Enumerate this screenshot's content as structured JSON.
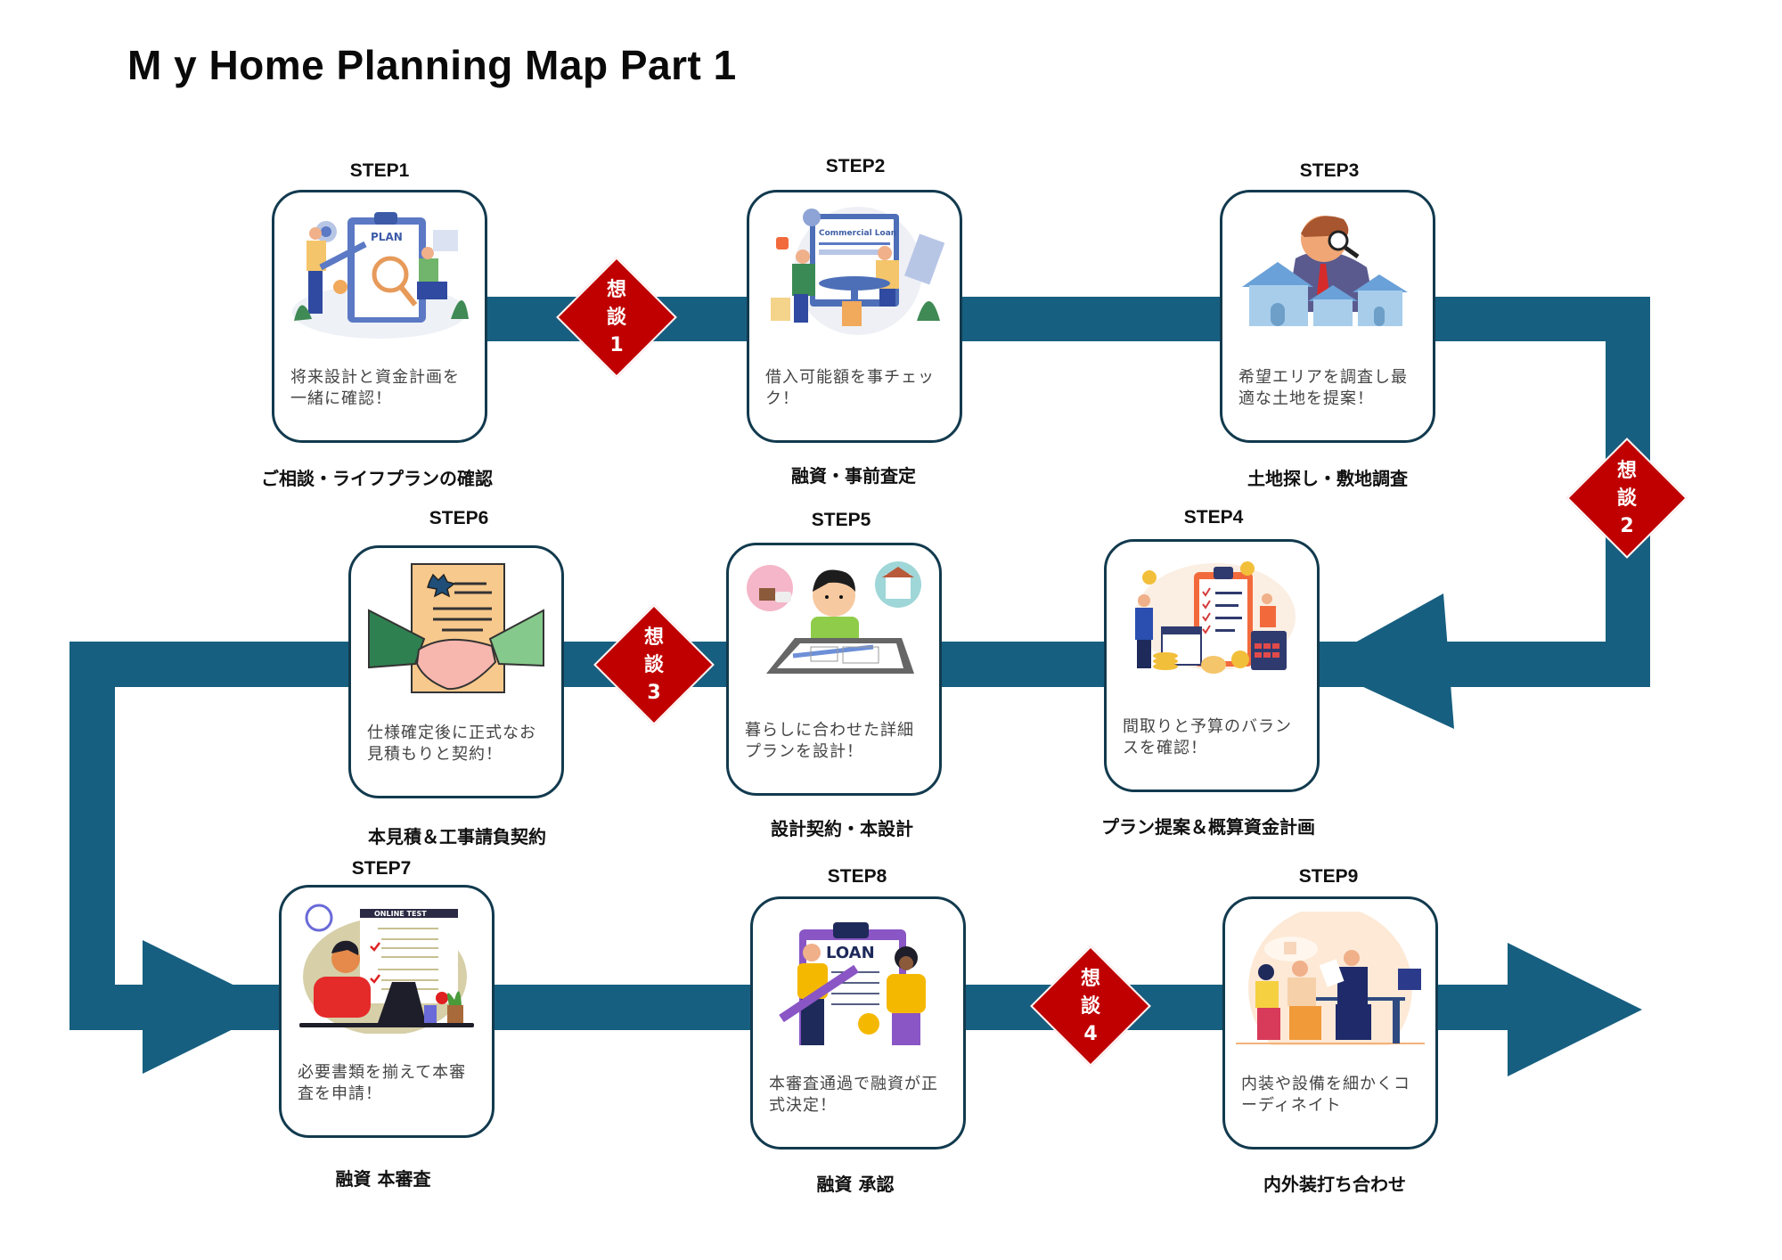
{
  "title": "M y Home Planning Map Part 1",
  "colors": {
    "band": "#175f80",
    "diamond": "#c00000",
    "card_border": "#123a4e"
  },
  "steps": [
    {
      "label": "STEP1",
      "desc": "将来設計と資金計画を一緒に確認！",
      "caption": "ご相談・ライフプランの確認",
      "icon": "plan-illustration-icon"
    },
    {
      "label": "STEP2",
      "desc": "借入可能額を事チェック！",
      "caption": "融資・事前査定",
      "icon": "commercial-loan-illustration-icon",
      "art_text": "Commercial Loan"
    },
    {
      "label": "STEP3",
      "desc": "希望エリアを調査し最適な土地を提案！",
      "caption": "土地探し・敷地調査",
      "icon": "house-search-illustration-icon"
    },
    {
      "label": "STEP4",
      "desc": "間取りと予算のバランスを確認！",
      "caption": "プラン提案＆概算資金計画",
      "icon": "budget-checklist-illustration-icon"
    },
    {
      "label": "STEP5",
      "desc": "暮らしに合わせた詳細プランを設計！",
      "caption": "設計契約・本設計",
      "icon": "floorplan-design-illustration-icon"
    },
    {
      "label": "STEP6",
      "desc": "仕様確定後に正式なお見積もりと契約！",
      "caption": "本見積＆工事請負契約",
      "icon": "handshake-contract-icon"
    },
    {
      "label": "STEP7",
      "desc": "必要書類を揃えて本審査を申請！",
      "caption": "融資 本審査",
      "icon": "online-test-illustration-icon",
      "art_text": "ONLINE TEST"
    },
    {
      "label": "STEP8",
      "desc": "本審査通過で融資が正式決定！",
      "caption": "融資 承認",
      "icon": "loan-approval-illustration-icon",
      "art_text": "LOAN"
    },
    {
      "label": "STEP9",
      "desc": "内装や設備を細かくコーディネイト",
      "caption": "内外装打ち合わせ",
      "icon": "meeting-illustration-icon"
    }
  ],
  "consultations": [
    {
      "line1": "想",
      "line2": "談",
      "num": "1"
    },
    {
      "line1": "想",
      "line2": "談",
      "num": "2"
    },
    {
      "line1": "想",
      "line2": "談",
      "num": "3"
    },
    {
      "line1": "想",
      "line2": "談",
      "num": "4"
    }
  ]
}
